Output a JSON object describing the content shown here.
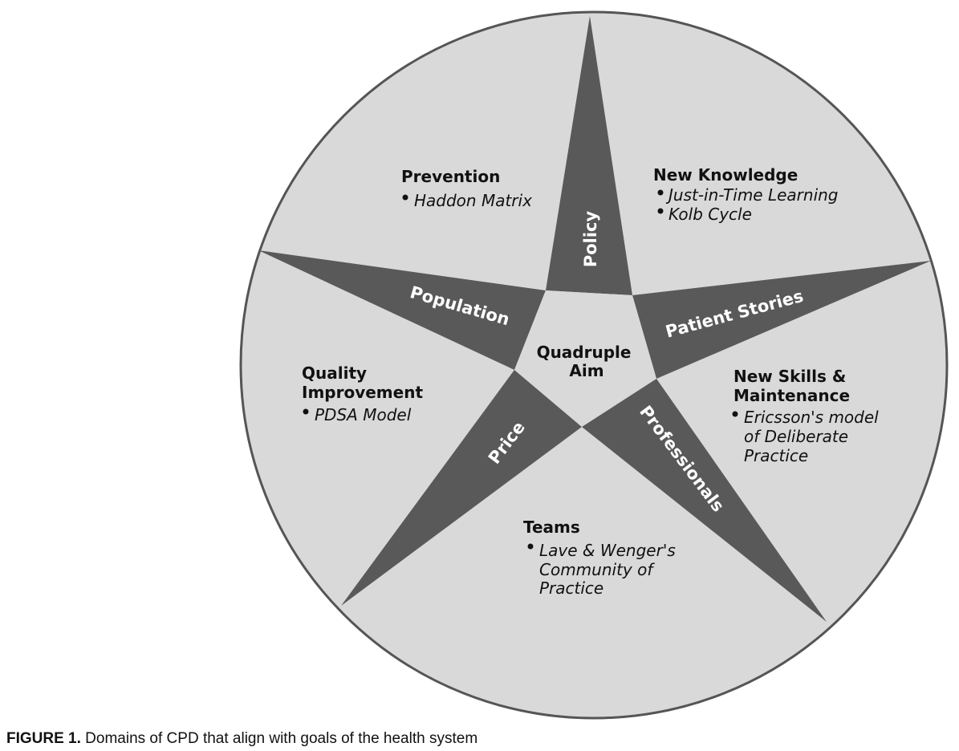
{
  "diagram": {
    "center": {
      "line1": "Quadruple",
      "line2": "Aim"
    },
    "arms": {
      "policy": "Policy",
      "patient_stories": "Patient Stories",
      "professionals": "Professionals",
      "price": "Price",
      "population": "Population"
    },
    "regions": {
      "prevention": {
        "title": "Prevention",
        "bullets": [
          "Haddon Matrix"
        ]
      },
      "new_knowledge": {
        "title": "New Knowledge",
        "bullets": [
          "Just-in-Time Learning",
          "Kolb Cycle"
        ]
      },
      "new_skills": {
        "title_line1": "New Skills &",
        "title_line2": "Maintenance",
        "bullet_lines": [
          "Ericsson's model",
          "of Deliberate",
          "Practice"
        ]
      },
      "teams": {
        "title": "Teams",
        "bullet_lines": [
          "Lave & Wenger's",
          "Community of",
          "Practice"
        ]
      },
      "quality": {
        "title_line1": "Quality",
        "title_line2": "Improvement",
        "bullets": [
          "PDSA Model"
        ]
      }
    },
    "colors": {
      "background": "#ffffff",
      "circle_fill": "#d9d9d9",
      "outline": "#555555",
      "star_arms": "#595959",
      "arm_text": "#ffffff",
      "text": "#111111"
    }
  },
  "caption": {
    "label": "FIGURE 1.",
    "text": " Domains of CPD that align with goals of the health system"
  }
}
